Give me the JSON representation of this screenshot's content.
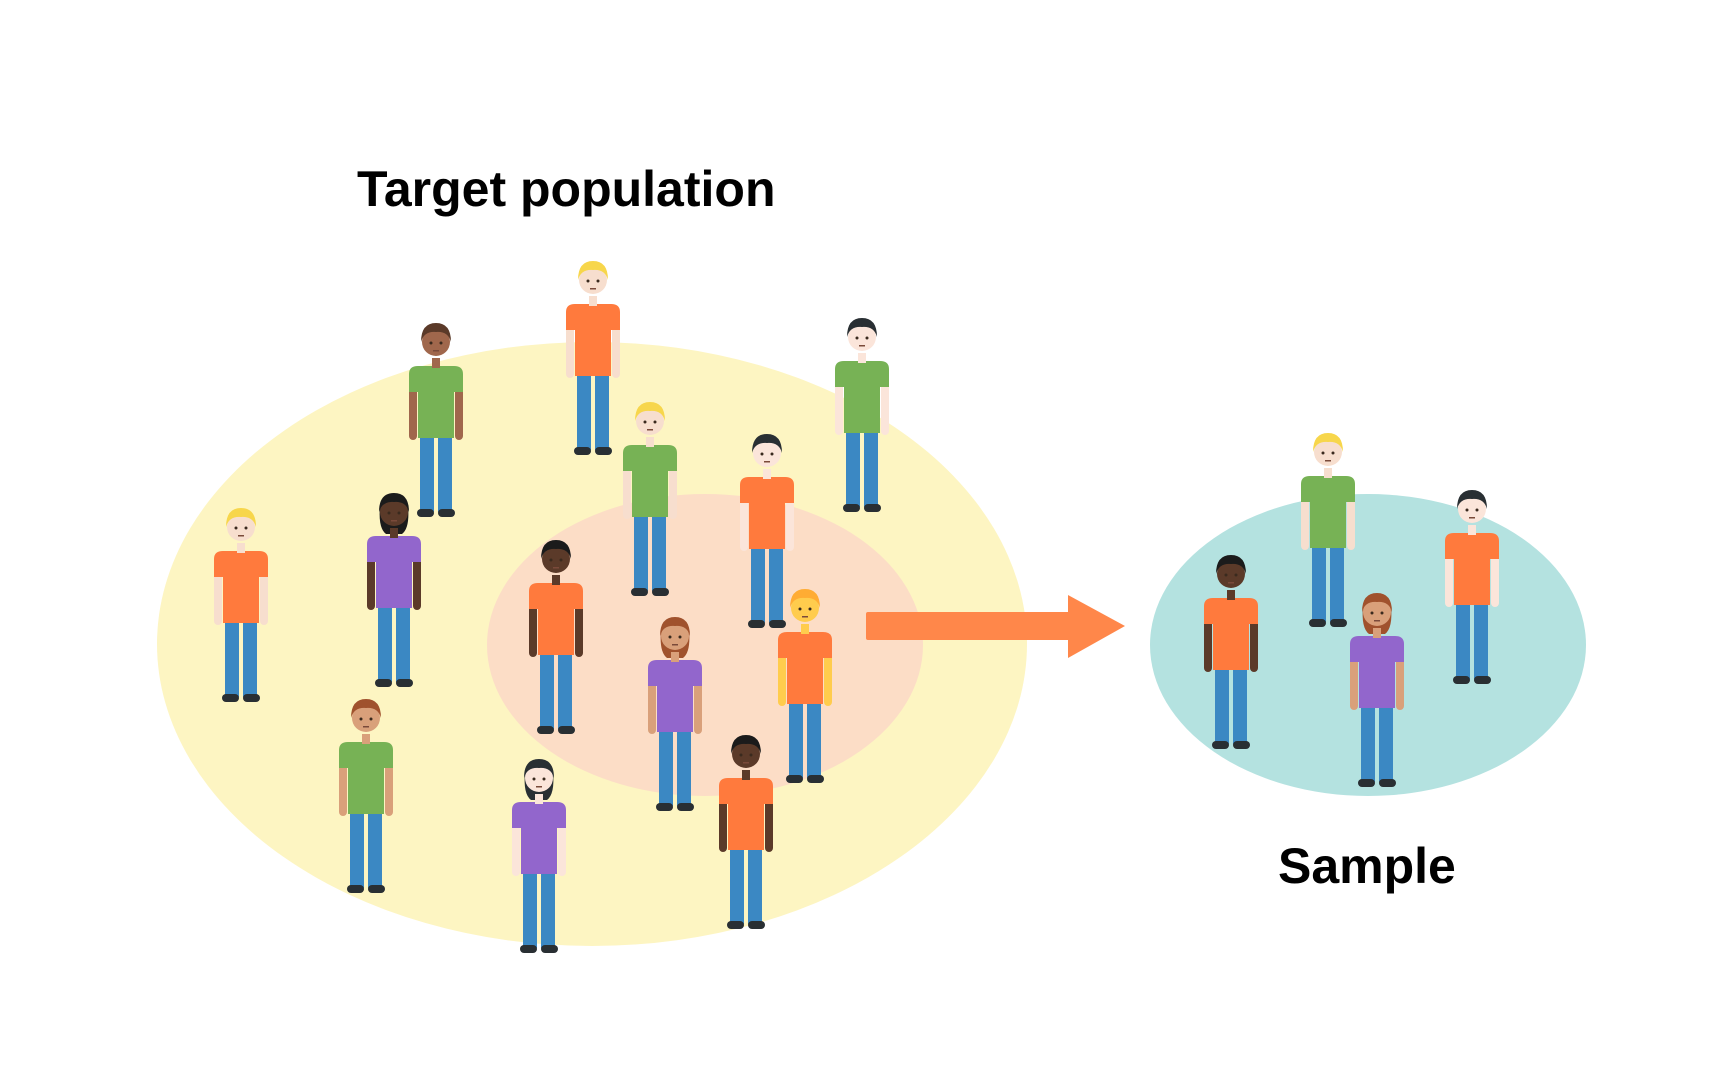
{
  "title": "Target population",
  "sample_label": "Sample",
  "colors": {
    "background": "#ffffff",
    "population_area": "#FDF5C2",
    "sampling_frame": "#FCDDC6",
    "sample_area": "#B4E2E0",
    "arrow": "#FF874A",
    "shirt_orange": "#FF7A3D",
    "shirt_green": "#77B255",
    "shirt_purple": "#9266CC",
    "pants": "#3B88C3",
    "shoes": "#292F33"
  },
  "icons": {
    "person": "person-standing-icon",
    "arrow": "arrow-right-icon"
  },
  "people": {
    "population": [
      {
        "shirt": "green",
        "skin": "#A0674C",
        "hair": "#5B3A29",
        "hair_style": "short"
      },
      {
        "shirt": "orange",
        "skin": "#F7DECE",
        "hair": "#F7D64B",
        "hair_style": "short"
      },
      {
        "shirt": "green",
        "skin": "#FBE5DA",
        "hair": "#292F33",
        "hair_style": "short"
      },
      {
        "shirt": "green",
        "skin": "#F7DECE",
        "hair": "#F7D64B",
        "hair_style": "short"
      },
      {
        "shirt": "orange",
        "skin": "#FBE5DA",
        "hair": "#292F33",
        "hair_style": "short"
      },
      {
        "shirt": "orange",
        "skin": "#F7DECE",
        "hair": "#F7D64B",
        "hair_style": "short"
      },
      {
        "shirt": "purple",
        "skin": "#5B3A29",
        "hair": "#1B1B1B",
        "hair_style": "long"
      },
      {
        "shirt": "orange",
        "skin": "#5B3A29",
        "hair": "#1B1B1B",
        "hair_style": "short"
      },
      {
        "shirt": "purple",
        "skin": "#D9A07A",
        "hair": "#A0522D",
        "hair_style": "long"
      },
      {
        "shirt": "orange",
        "skin": "#FFCC4D",
        "hair": "#FFAC33",
        "hair_style": "short"
      },
      {
        "shirt": "green",
        "skin": "#D9A07A",
        "hair": "#A0522D",
        "hair_style": "short"
      },
      {
        "shirt": "purple",
        "skin": "#FBE5DA",
        "hair": "#292F33",
        "hair_style": "long"
      },
      {
        "shirt": "orange",
        "skin": "#5B3A29",
        "hair": "#1B1B1B",
        "hair_style": "short"
      }
    ],
    "sample": [
      {
        "shirt": "green",
        "skin": "#F7DECE",
        "hair": "#F7D64B",
        "hair_style": "short"
      },
      {
        "shirt": "orange",
        "skin": "#FBE5DA",
        "hair": "#292F33",
        "hair_style": "short"
      },
      {
        "shirt": "orange",
        "skin": "#5B3A29",
        "hair": "#1B1B1B",
        "hair_style": "short"
      },
      {
        "shirt": "purple",
        "skin": "#D9A07A",
        "hair": "#A0522D",
        "hair_style": "long"
      }
    ]
  }
}
